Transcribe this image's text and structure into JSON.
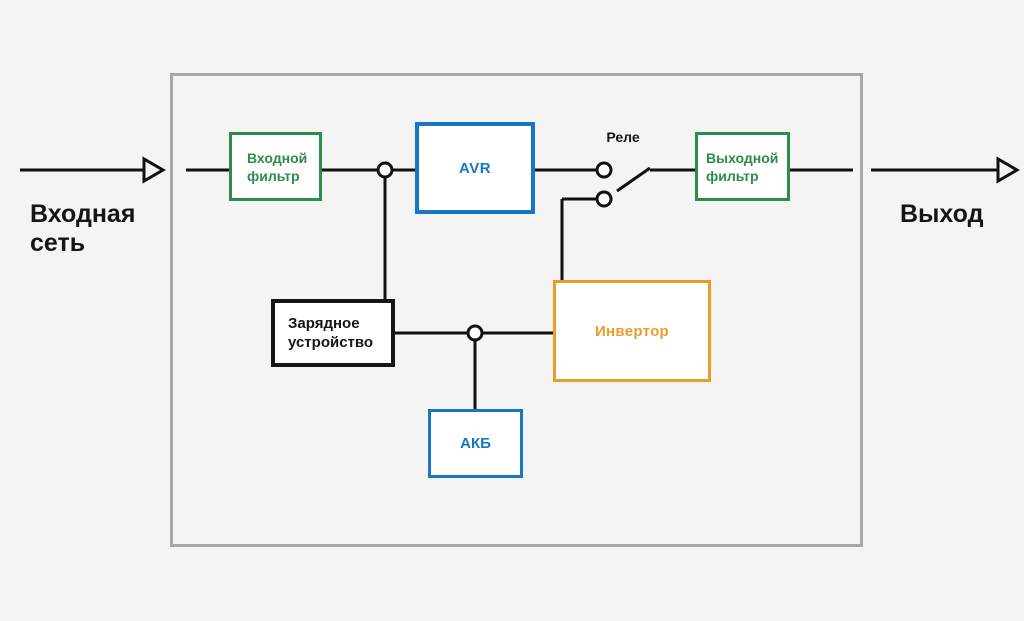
{
  "diagram": {
    "external_labels": {
      "input_line1": "Входная",
      "input_line2": "сеть",
      "output": "Выход"
    },
    "relay_label": "Реле",
    "blocks": {
      "input_filter": {
        "line1": "Входной",
        "line2": "фильтр"
      },
      "avr": {
        "label": "AVR"
      },
      "output_filter": {
        "line1": "Выходной",
        "line2": "фильтр"
      },
      "charger": {
        "line1": "Зарядное",
        "line2": "устройство"
      },
      "inverter": {
        "label": "Инвертор"
      },
      "battery": {
        "label": "АКБ"
      }
    },
    "colors": {
      "background": "#f4f4f5",
      "enclosure_border": "#a8a8a8",
      "wire": "#111111",
      "filter_green": "#2e8b4a",
      "avr_battery_blue": "#1a76c2",
      "inverter_orange": "#ea9d2d",
      "charger_black": "#161616"
    }
  }
}
